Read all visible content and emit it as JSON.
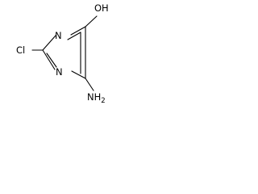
{
  "molecule": {
    "atoms": {
      "hydroxyl": "OH",
      "ring_nitrogen_upper": "N",
      "ring_nitrogen_lower": "N",
      "chlorine": "Cl",
      "amino": "NH",
      "amino_subscript": "2"
    },
    "colors": {
      "bond": "#000000",
      "text": "#000000",
      "background": "#ffffff"
    }
  }
}
